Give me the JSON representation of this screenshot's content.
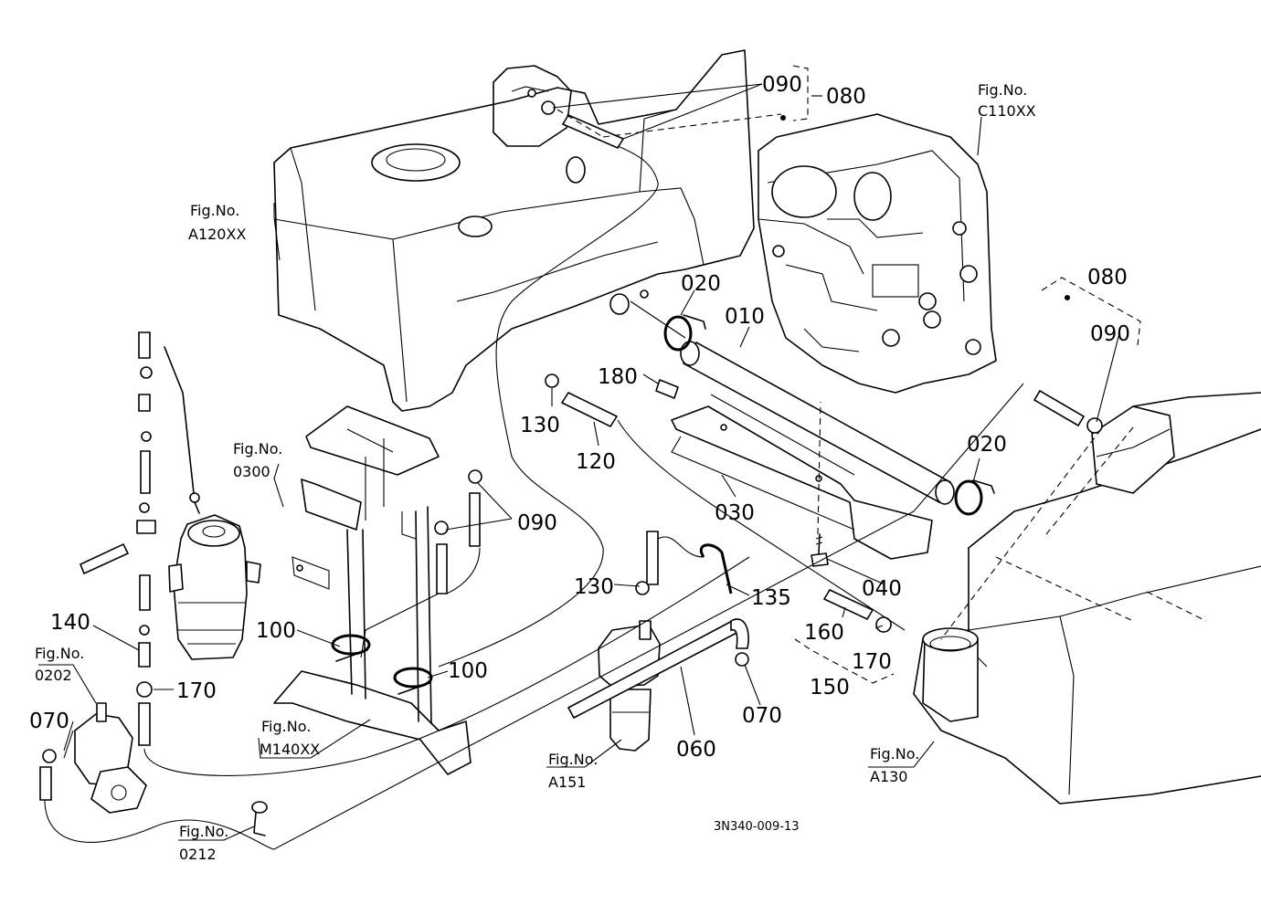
{
  "drawing_code": "3N340-009-13",
  "part_labels": {
    "p010": "010",
    "p020a": "020",
    "p020b": "020",
    "p030": "030",
    "p040": "040",
    "p060": "060",
    "p070a": "070",
    "p070b": "070",
    "p080a": "080",
    "p080b": "080",
    "p090a": "090",
    "p090b": "090",
    "p090c": "090",
    "p100a": "100",
    "p100b": "100",
    "p120": "120",
    "p130a": "130",
    "p130b": "130",
    "p135": "135",
    "p140": "140",
    "p150": "150",
    "p160": "160",
    "p170a": "170",
    "p170b": "170",
    "p180": "180"
  },
  "figure_refs": {
    "a120": {
      "line1": "Fig.No.",
      "line2": "A120XX"
    },
    "c110": {
      "line1": "Fig.No.",
      "line2": "C110XX"
    },
    "f0300": {
      "line1": "Fig.No.",
      "line2": "0300"
    },
    "f0202": {
      "line1": "Fig.No.",
      "line2": "0202"
    },
    "m140": {
      "line1": "Fig.No.",
      "line2": "M140XX"
    },
    "a151": {
      "line1": "Fig.No.",
      "line2": "A151"
    },
    "a130": {
      "line1": "Fig.No.",
      "line2": "A130"
    },
    "f0212": {
      "line1": "Fig.No.",
      "line2": "0212"
    }
  }
}
